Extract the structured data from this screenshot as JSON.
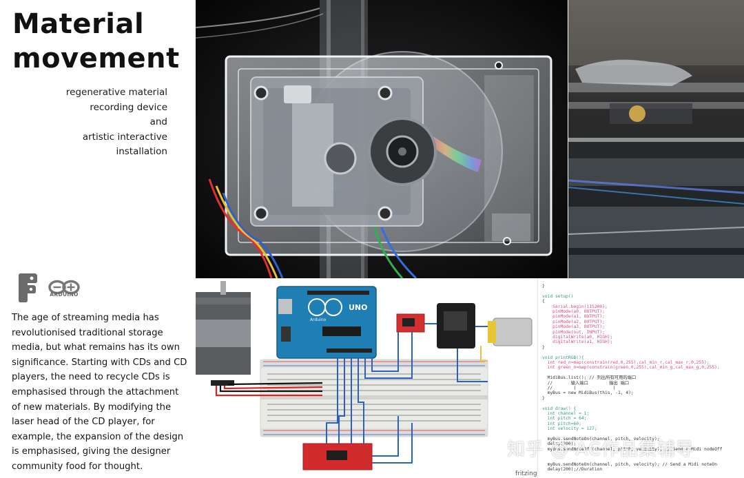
{
  "title": {
    "line1": "Material",
    "line2": "movement"
  },
  "subtitle": [
    "regenerative material",
    "recording device",
    "and",
    "artistic interactive",
    "installation"
  ],
  "logos": {
    "arduino_text": "ARDUINO",
    "arduino_icon": "arduino-infinity-icon",
    "fritzing_icon": "fritzing-f-icon"
  },
  "body_lines": [
    "The age of streaming media has",
    "revolutionised traditional storage",
    "media, but what remains has its own",
    "significance. Starting with CDs and CD",
    "players, the need to recycle CDs is",
    "emphasised through the attachment",
    "of new materials. By modifying the",
    "laser head of the CD player, for",
    "example, the expansion of the design",
    "is emphasised, giving the designer",
    "community food for thought."
  ],
  "circuit": {
    "board_label": "UNO",
    "board_brand": "Arduino",
    "tool_label": "fritzing"
  },
  "code_lines": [
    "}",
    "",
    "void setup()",
    "{",
    "    Serial.begin(115200);",
    "    pinMode(a0, OUTPUT);",
    "    pinMode(a1, OUTPUT);",
    "    pinMode(a2, OUTPUT);",
    "    pinMode(a3, OUTPUT);",
    "    pinMode(out, INPUT);",
    "    digitalWrite(a0, HIGH);",
    "    digitalWrite(a1, HIGH);",
    "}",
    "",
    "void printRGB(){",
    "  int red_n=map(constrain(red,0,255),cal_min_r,cal_max_r,0,255);",
    "  int green_n=map(constrain(green,0,255),cal_min_g,cal_max_g,0,255);",
    "",
    "  MidiBus.list(); // 列出所有可用的端口",
    "  //       输入端口        输出 端口",
    "  //        |              |",
    "  myBus = new MidiBus(this, -1, 4);",
    "}",
    "",
    "void draw() {",
    "  int channel = 1;",
    "  int pitch = 64;",
    "  int pitch=60;",
    "  int velocity = 127;",
    "",
    "  myBus.sendNoteOn(channel, pitch, velocity);",
    "  delay(200);",
    "  myBus.sendNoteOff(channel, pitch, velocity); // Send a Midi nodeOff",
    "",
    "",
    "  myBus.sendNoteOn(channel, pitch, velocity); // Send a Midi noteOn",
    "  delay(200);//Duration"
  ],
  "watermark": "知乎 @ AC作品集辅导"
}
